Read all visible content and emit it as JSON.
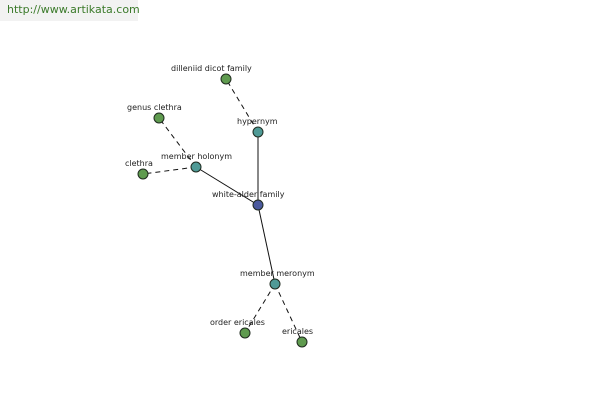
{
  "header": {
    "url": "http://www.artikata.com"
  },
  "colors": {
    "center": "#4b5a9e",
    "relation": "#4f9a96",
    "leaf": "#5f9b4f",
    "url_text": "#3b7a2a"
  },
  "graph": {
    "nodes": [
      {
        "id": "white-alder-family",
        "label": "white-alder family",
        "kind": "center"
      },
      {
        "id": "hypernym",
        "label": "hypernym",
        "kind": "relation"
      },
      {
        "id": "member-holonym",
        "label": "member holonym",
        "kind": "relation"
      },
      {
        "id": "member-meronym",
        "label": "member meronym",
        "kind": "relation"
      },
      {
        "id": "dilleniid-dicot-family",
        "label": "dilleniid dicot family",
        "kind": "leaf"
      },
      {
        "id": "genus-clethra",
        "label": "genus clethra",
        "kind": "leaf"
      },
      {
        "id": "clethra",
        "label": "clethra",
        "kind": "leaf"
      },
      {
        "id": "order-ericales",
        "label": "order ericales",
        "kind": "leaf"
      },
      {
        "id": "ericales",
        "label": "ericales",
        "kind": "leaf"
      }
    ],
    "edges": [
      {
        "from": "white-alder-family",
        "to": "hypernym",
        "style": "solid"
      },
      {
        "from": "white-alder-family",
        "to": "member-holonym",
        "style": "solid"
      },
      {
        "from": "white-alder-family",
        "to": "member-meronym",
        "style": "solid"
      },
      {
        "from": "hypernym",
        "to": "dilleniid-dicot-family",
        "style": "dashed"
      },
      {
        "from": "member-holonym",
        "to": "genus-clethra",
        "style": "dashed"
      },
      {
        "from": "member-holonym",
        "to": "clethra",
        "style": "dashed"
      },
      {
        "from": "member-meronym",
        "to": "order-ericales",
        "style": "dashed"
      },
      {
        "from": "member-meronym",
        "to": "ericales",
        "style": "dashed"
      }
    ]
  }
}
